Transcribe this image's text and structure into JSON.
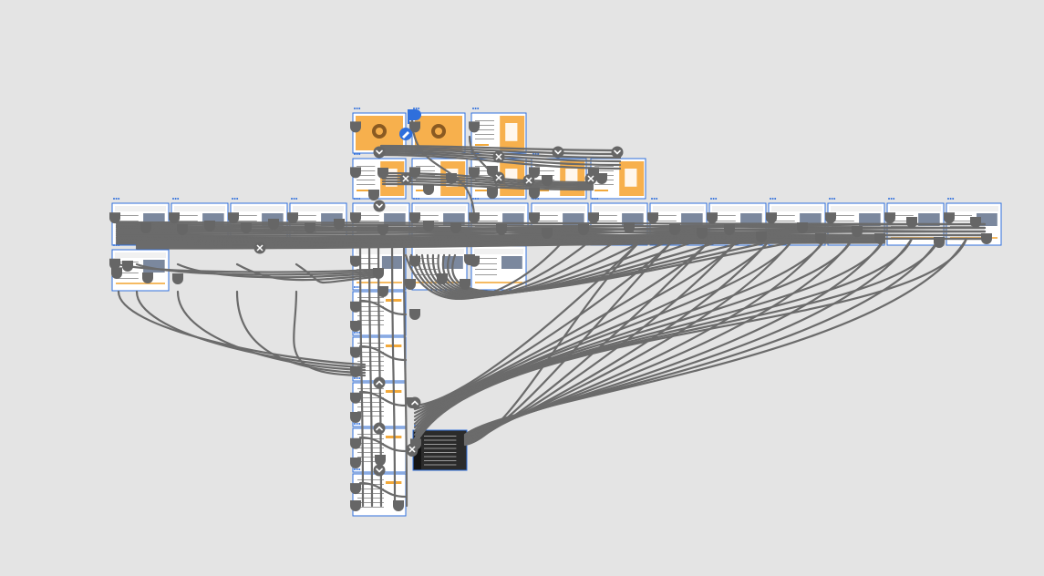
{
  "app": {
    "view": "prototype-flow-canvas"
  },
  "colors": {
    "canvas": "#e4e4e4",
    "wire": "#6b6b6b",
    "selection": "#2f6fdc",
    "hero": "#f7b04d"
  },
  "icons": {
    "board_menu": "ellipsis-icon",
    "hotspot": "hotspot-handle-icon",
    "connector_collapse": "chevron-down-icon",
    "connector_expand": "chevron-up-icon",
    "flow_start": "flag-icon",
    "edit": "pencil-icon"
  },
  "boards": [
    {
      "id": "t1",
      "kind": "hero-logo"
    },
    {
      "id": "t2",
      "kind": "hero-logo"
    },
    {
      "id": "t3",
      "kind": "hero-person"
    },
    {
      "id": "m1",
      "kind": "hero-person"
    },
    {
      "id": "m2",
      "kind": "hero-person"
    },
    {
      "id": "m3",
      "kind": "hero-person"
    },
    {
      "id": "m4",
      "kind": "hero-person"
    },
    {
      "id": "m5",
      "kind": "hero-person"
    },
    {
      "id": "r1",
      "kind": "wide-page"
    },
    {
      "id": "r2",
      "kind": "wide-page"
    },
    {
      "id": "r3",
      "kind": "wide-page"
    },
    {
      "id": "r4",
      "kind": "wide-page"
    },
    {
      "id": "r5",
      "kind": "wide-page"
    },
    {
      "id": "r6",
      "kind": "wide-page"
    },
    {
      "id": "r7",
      "kind": "wide-page"
    },
    {
      "id": "r8",
      "kind": "wide-page"
    },
    {
      "id": "r9",
      "kind": "wide-page"
    },
    {
      "id": "r10",
      "kind": "wide-page"
    },
    {
      "id": "r11",
      "kind": "wide-page"
    },
    {
      "id": "r12",
      "kind": "wide-page"
    },
    {
      "id": "r13",
      "kind": "wide-page"
    },
    {
      "id": "r14",
      "kind": "wide-page"
    },
    {
      "id": "r15",
      "kind": "wide-page"
    },
    {
      "id": "l1",
      "kind": "wide-page"
    },
    {
      "id": "u1",
      "kind": "wide-page"
    },
    {
      "id": "u2",
      "kind": "wide-page"
    },
    {
      "id": "u3",
      "kind": "wide-page"
    },
    {
      "id": "c1",
      "kind": "mobile-page"
    },
    {
      "id": "c2",
      "kind": "mobile-page"
    },
    {
      "id": "c3",
      "kind": "mobile-page"
    },
    {
      "id": "c4",
      "kind": "mobile-page"
    },
    {
      "id": "c5",
      "kind": "mobile-page"
    },
    {
      "id": "d1",
      "kind": "dark-panel"
    }
  ]
}
